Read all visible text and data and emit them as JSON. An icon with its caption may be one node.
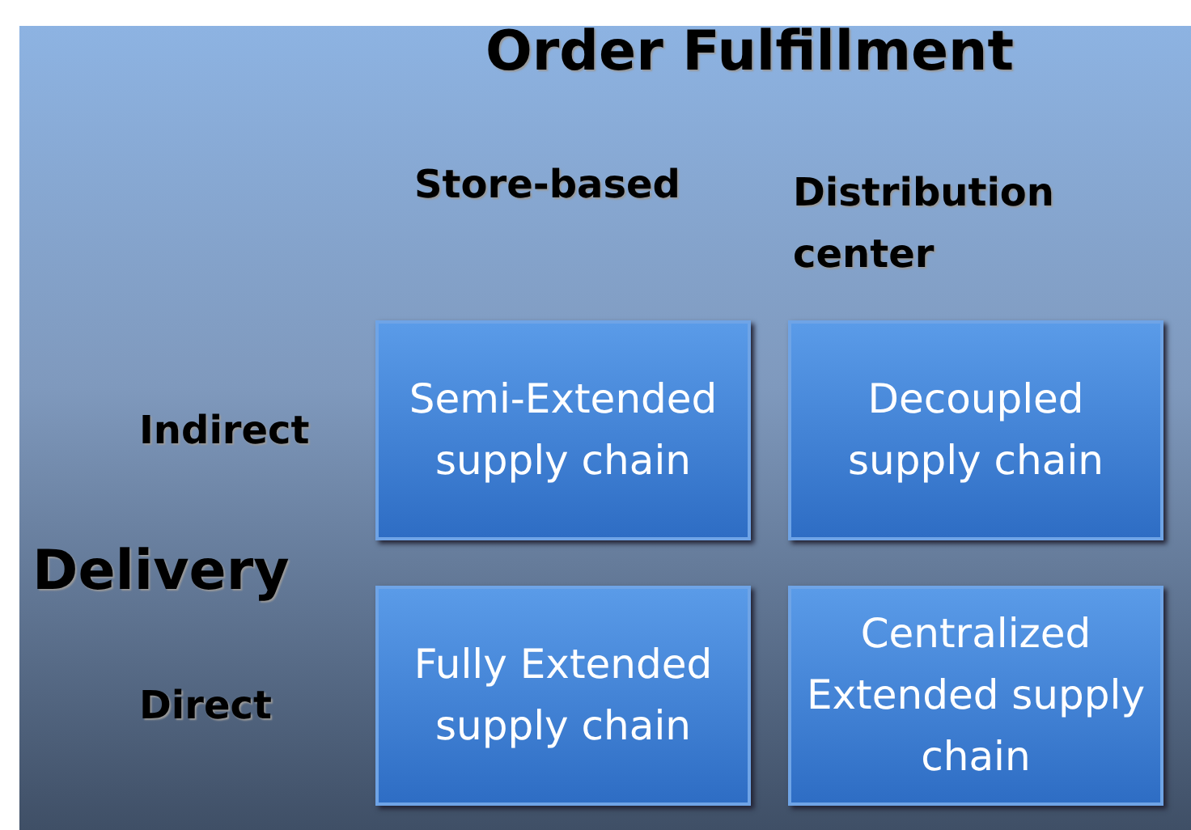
{
  "diagram": {
    "nodes": [
      {
        "text": [
          "Semi-Extended supply chain"
        ]
      },
      {
        "text": [
          "Decoupled supply chain"
        ]
      },
      {
        "text": [
          "Fully Extended supply chain"
        ]
      },
      {
        "text": [
          "Centralized Extended supply chain"
        ]
      }
    ],
    "labels": [
      "Order Fulfillment",
      "Store-based",
      "Distribution center",
      "Indirect",
      "Delivery",
      "Direct"
    ]
  }
}
